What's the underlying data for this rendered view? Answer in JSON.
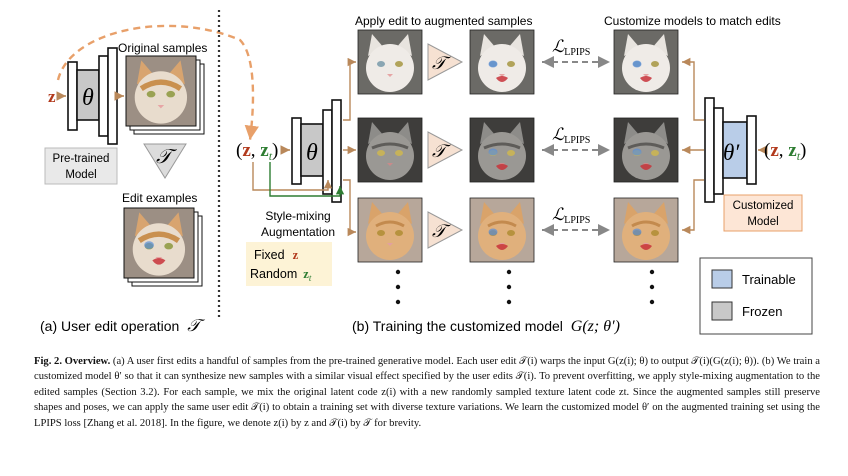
{
  "left_panel": {
    "z_label": "z",
    "theta_label": "θ",
    "original_samples": "Original samples",
    "pretrained_model": [
      "Pre-trained",
      "Model"
    ],
    "T_symbol": "𝒯",
    "edit_examples": "Edit examples",
    "caption_text": "(a) User edit operation",
    "caption_math": "𝒯"
  },
  "right_panel": {
    "col_header_apply": "Apply edit to augmented samples",
    "col_header_customize": "Customize models to match edits",
    "input_tuple_z": "z",
    "input_tuple_zt": "z",
    "input_tuple_sub": "t",
    "theta_label": "θ",
    "theta_prime_label": "θ′",
    "T_symbol": "𝒯",
    "lpips_L": "ℒ",
    "lpips_sub": "LPIPS",
    "style_mixing": [
      "Style-mixing",
      "Augmentation"
    ],
    "fixed_label": "Fixed",
    "fixed_var": "z",
    "random_label": "Random",
    "random_var": "z",
    "random_sub": "t",
    "customized_model": [
      "Customized",
      "Model"
    ],
    "caption_text": "(b) Training the customized model",
    "caption_math": "G(z; θ′)"
  },
  "legend": {
    "trainable": "Trainable",
    "frozen": "Frozen"
  },
  "colors": {
    "z_red": "#b23a1d",
    "zt_green": "#2e7d32",
    "trainable_blue": "#b9cde8",
    "frozen_gray": "#c8c8c8",
    "orange_dashed": "#e8a06a",
    "customized_bg": "#fde6d6",
    "fixed_random_bg": "#fdf3d6",
    "pretrained_bg": "#e9e9e9",
    "arrow_brown": "#b9885a",
    "lpips_arrow": "#888888"
  },
  "caption": {
    "fig_label": "Fig. 2.",
    "title": "Overview.",
    "body": "(a) A user first edits a handful of samples from the pre-trained generative model. Each user edit 𝒯(i) warps the input G(z(i); θ) to output 𝒯(i)(G(z(i); θ)). (b) We train a customized model θ′ so that it can synthesize new samples with a similar visual effect specified by the user edits 𝒯(i). To prevent overfitting, we apply style-mixing augmentation to the edited samples (Section 3.2). For each sample, we mix the original latent code z(i) with a new randomly sampled texture latent code zt. Since the augmented samples still preserve shapes and poses, we can apply the same user edit 𝒯(i) to obtain a training set with diverse texture variations. We learn the customized model θ′ on the augmented training set using the LPIPS loss [Zhang et al. 2018]. In the figure, we denote z(i) by z and 𝒯(i) by 𝒯 for brevity."
  }
}
